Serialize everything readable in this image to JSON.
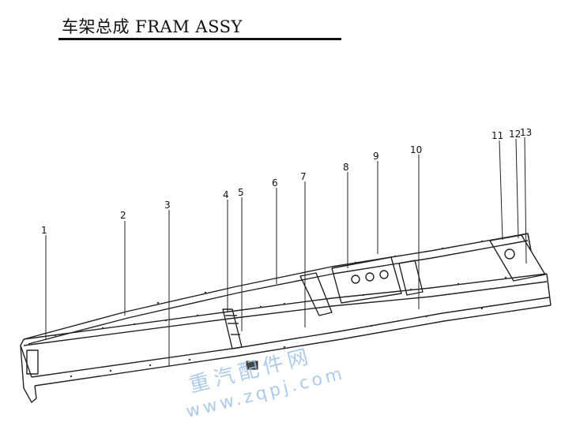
{
  "header": {
    "title": "车架总成 FRAM ASSY"
  },
  "callouts": [
    "1",
    "2",
    "3",
    "4",
    "5",
    "6",
    "7",
    "8",
    "9",
    "10",
    "11",
    "12",
    "13"
  ],
  "watermark": {
    "text": "重汽配件网",
    "url": "www.zqpj.com",
    "color": "#9fc3e6"
  }
}
